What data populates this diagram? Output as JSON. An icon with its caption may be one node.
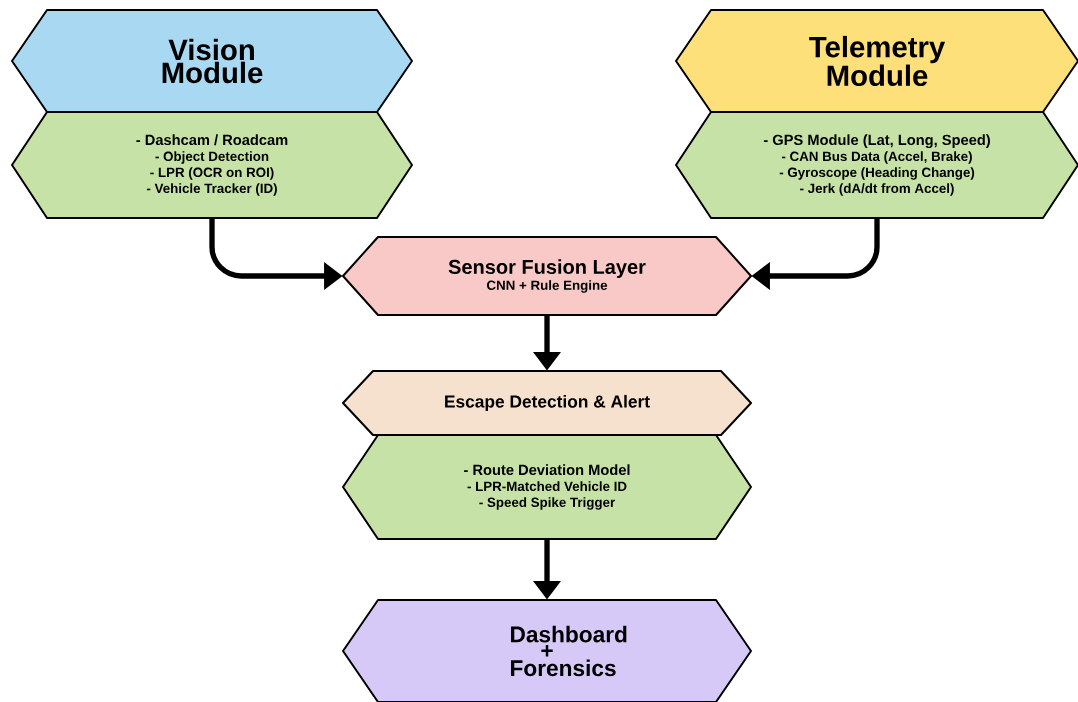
{
  "diagram": {
    "nodes": [
      {
        "text": [
          "Vision Module"
        ]
      },
      {
        "text": [
          "- Dashcam / Roadcam",
          "- Object Detection",
          "- LPR (OCR on ROI)",
          "- Vehicle Tracker (ID)"
        ]
      },
      {
        "text": [
          "Telemetry Module"
        ]
      },
      {
        "text": [
          "- GPS Module (Lat, Long, Speed)",
          "- CAN Bus Data (Accel, Brake)",
          "- Gyroscope (Heading Change)",
          "- Jerk (dA/dt from Accel)"
        ]
      },
      {
        "text": [
          "Sensor Fusion Layer",
          "CNN + Rule Engine"
        ]
      },
      {
        "text": [
          "Escape Detection & Alert"
        ]
      },
      {
        "text": [
          "- Route Deviation Model",
          "- LPR-Matched Vehicle ID",
          "- Speed Spike Trigger"
        ]
      },
      {
        "text": [
          "Dashboard + Forensics"
        ]
      }
    ],
    "edges": [
      {
        "from": 1,
        "to": 4,
        "arrow": "to"
      },
      {
        "from": 3,
        "to": 4,
        "arrow": "to"
      },
      {
        "from": 4,
        "to": 5,
        "arrow": "to"
      },
      {
        "from": 6,
        "to": 7,
        "arrow": "to"
      }
    ]
  }
}
